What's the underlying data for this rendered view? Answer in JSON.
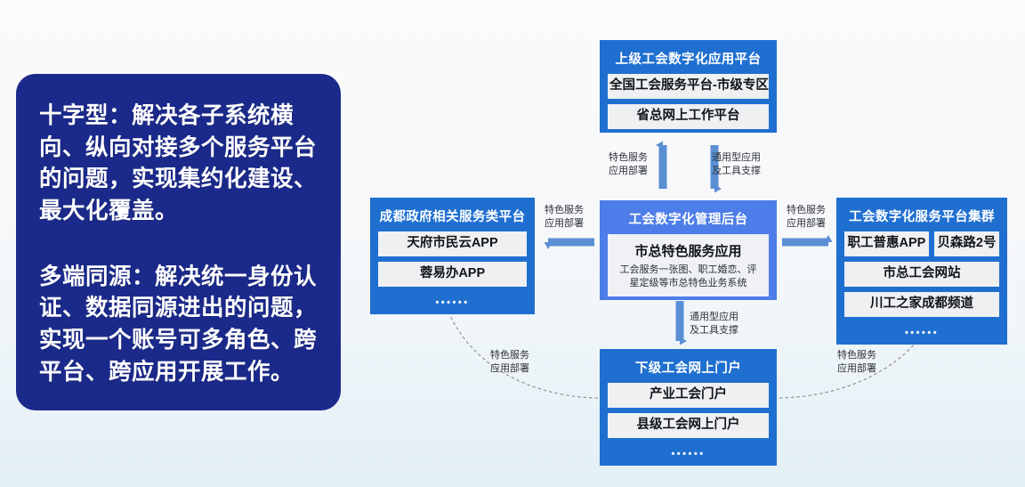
{
  "notes": {
    "paragraph_1": "十字型：解决各子系统横向、纵向对接多个服务平台的问题，实现集约化建设、最大化覆盖。",
    "paragraph_2": "多端同源：解决统一身份认证、数据同源进出的问题，实现一个账号可多角色、跨平台、跨应用开展工作。"
  },
  "diagram": {
    "nodes": {
      "upper": {
        "title": "上级工会数字化应用平台",
        "items": [
          "全国工会服务平台-市级专区",
          "省总网上工作平台"
        ],
        "dots": "••••••"
      },
      "left": {
        "title": "成都政府相关服务类平台",
        "items": [
          "天府市民云APP",
          "蓉易办APP"
        ],
        "dots": "••••••"
      },
      "center": {
        "title": "工会数字化管理后台",
        "subcard_title": "市总特色服务应用",
        "subcard_desc": "工会服务一张图、职工婚恋、评星定级等市总特色业务系统"
      },
      "right": {
        "title": "工会数字化服务平台集群",
        "items_row": [
          "职工普惠APP",
          "贝森路2号"
        ],
        "items": [
          "市总工会网站",
          "川工之家成都频道"
        ],
        "dots": "••••••"
      },
      "lower": {
        "title": "下级工会网上门户",
        "items": [
          "产业工会门户",
          "县级工会网上门户"
        ],
        "dots": "••••••"
      }
    },
    "arrow_labels": {
      "up_to_upper": "特色服务\n应用部署",
      "down_from_upper": "通用型应用\n及工具支撑",
      "center_to_left": "特色服务\n应用部署",
      "center_to_right": "特色服务\n应用部署",
      "center_to_lower": "通用型应用\n及工具支撑",
      "lower_to_left": "特色服务\n应用部署",
      "lower_to_right": "特色服务\n应用部署"
    }
  },
  "colors": {
    "panel_navy": "#1b2a8a",
    "node_blue": "#1f6fd0",
    "node_blue_light": "#4d7de8",
    "chip_gray": "#eef0f2",
    "arrow_blue": "#5b8fd4",
    "curve_gray": "#8c8c8c"
  }
}
